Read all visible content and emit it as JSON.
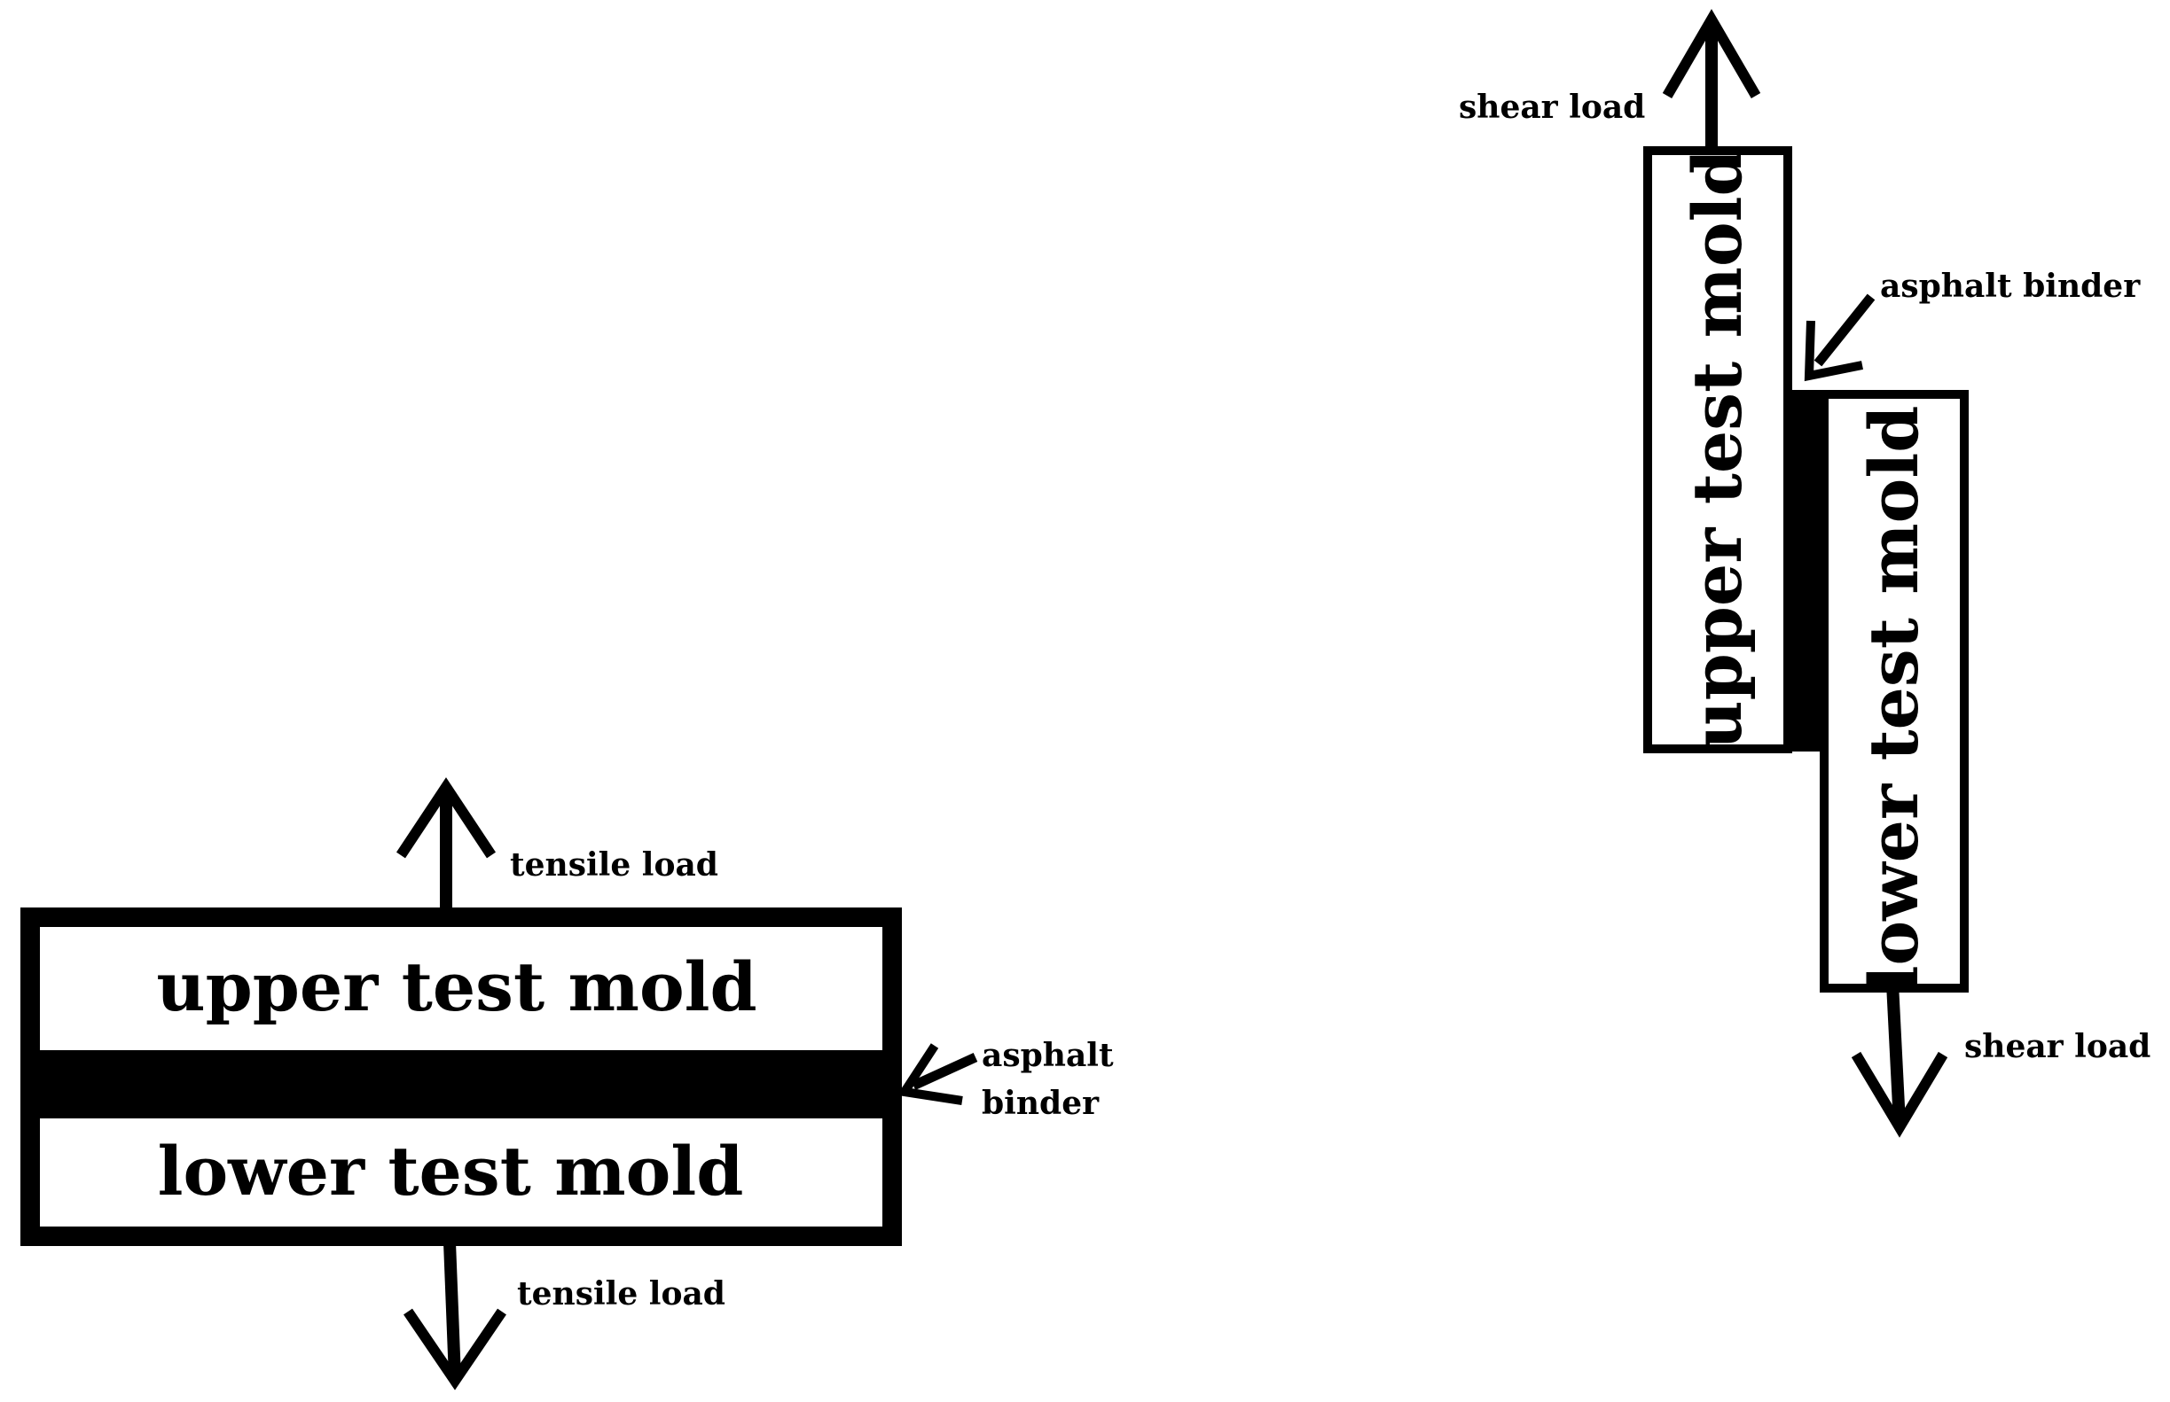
{
  "tensile": {
    "upper_mold": "upper test mold",
    "lower_mold": "lower test mold",
    "load_top": "tensile load",
    "load_bottom": "tensile load",
    "binder_line1": "asphalt",
    "binder_line2": "binder"
  },
  "shear": {
    "upper_mold": "upper test mold",
    "lower_mold": "lower test mold",
    "load_top": "shear load",
    "load_bottom": "shear load",
    "binder": "asphalt binder"
  },
  "colors": {
    "ink": "#000000",
    "fill": "#ffffff"
  }
}
